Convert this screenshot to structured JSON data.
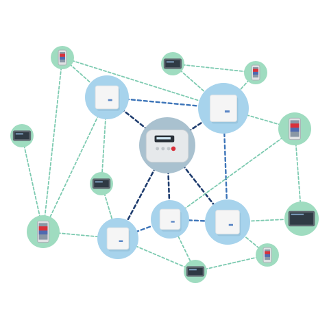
{
  "colors": {
    "background": "#ffffff",
    "hub_circle": "#a7d3ec",
    "device_circle": "#9fdcc0",
    "controller_circle": "#a9c1cf",
    "link_hub": "#1e3c6e",
    "link_mid": "#3c74b8",
    "link_light": "#7ccab0",
    "device_card": "#f5f5f5",
    "controller_body": "#e6e9eb",
    "controller_screen": "#2a3138",
    "button_red": "#d9303a",
    "phone_red": "#d9303a",
    "phone_blue": "#4f6ab0",
    "tablet_screen": "#2f3a44"
  },
  "nodes": {
    "controller": {
      "kind": "controller",
      "icon": "central-controller-icon"
    },
    "hub_top_left": {
      "kind": "access-point",
      "icon": "access-point-icon"
    },
    "hub_top_right": {
      "kind": "access-point",
      "icon": "access-point-icon"
    },
    "hub_mid": {
      "kind": "access-point",
      "icon": "access-point-icon"
    },
    "hub_right": {
      "kind": "access-point",
      "icon": "access-point-icon"
    },
    "hub_bottom_left": {
      "kind": "access-point",
      "icon": "access-point-icon"
    },
    "device_phone_top_left": {
      "kind": "phone",
      "icon": "phone-icon"
    },
    "device_tablet_top": {
      "kind": "tablet",
      "icon": "tablet-icon"
    },
    "device_phone_top_right": {
      "kind": "phone",
      "icon": "phone-icon"
    },
    "device_tablet_left": {
      "kind": "tablet",
      "icon": "tablet-icon"
    },
    "device_phone_right": {
      "kind": "phone",
      "icon": "phone-icon"
    },
    "device_tablet_center": {
      "kind": "tablet",
      "icon": "tablet-icon"
    },
    "device_phone_left": {
      "kind": "phone",
      "icon": "phone-icon"
    },
    "device_tablet_right": {
      "kind": "tablet",
      "icon": "tablet-icon"
    },
    "device_phone_bottom_right": {
      "kind": "phone",
      "icon": "phone-icon"
    },
    "device_tablet_bottom": {
      "kind": "tablet",
      "icon": "tablet-icon"
    }
  },
  "links": [
    {
      "from": "controller",
      "to": "hub_top_left",
      "style": "hub"
    },
    {
      "from": "controller",
      "to": "hub_top_right",
      "style": "hub"
    },
    {
      "from": "controller",
      "to": "hub_mid",
      "style": "hub"
    },
    {
      "from": "controller",
      "to": "hub_right",
      "style": "hub"
    },
    {
      "from": "controller",
      "to": "hub_bottom_left",
      "style": "hub"
    },
    {
      "from": "hub_top_left",
      "to": "hub_top_right",
      "style": "mid"
    },
    {
      "from": "hub_top_right",
      "to": "hub_right",
      "style": "mid"
    },
    {
      "from": "hub_bottom_left",
      "to": "hub_mid",
      "style": "mid"
    },
    {
      "from": "hub_mid",
      "to": "hub_right",
      "style": "mid"
    },
    {
      "from": "device_phone_top_left",
      "to": "hub_top_left",
      "style": "light"
    },
    {
      "from": "device_phone_top_left",
      "to": "hub_top_right",
      "style": "light"
    },
    {
      "from": "device_phone_top_left",
      "to": "device_phone_left",
      "style": "light"
    },
    {
      "from": "device_tablet_top",
      "to": "hub_top_right",
      "style": "light"
    },
    {
      "from": "device_tablet_top",
      "to": "device_phone_top_right",
      "style": "light"
    },
    {
      "from": "device_phone_top_right",
      "to": "hub_top_right",
      "style": "light"
    },
    {
      "from": "device_tablet_left",
      "to": "device_phone_left",
      "style": "light"
    },
    {
      "from": "hub_top_left",
      "to": "device_phone_left",
      "style": "light"
    },
    {
      "from": "hub_top_left",
      "to": "device_tablet_center",
      "style": "light"
    },
    {
      "from": "hub_top_right",
      "to": "device_phone_right",
      "style": "light"
    },
    {
      "from": "device_phone_right",
      "to": "device_tablet_right",
      "style": "light"
    },
    {
      "from": "device_phone_right",
      "to": "hub_mid",
      "style": "light"
    },
    {
      "from": "device_tablet_center",
      "to": "hub_bottom_left",
      "style": "light"
    },
    {
      "from": "device_phone_left",
      "to": "hub_bottom_left",
      "style": "light"
    },
    {
      "from": "hub_bottom_left",
      "to": "device_tablet_bottom",
      "style": "light"
    },
    {
      "from": "hub_mid",
      "to": "device_tablet_bottom",
      "style": "light"
    },
    {
      "from": "hub_right",
      "to": "device_tablet_right",
      "style": "light"
    },
    {
      "from": "hub_right",
      "to": "device_phone_bottom_right",
      "style": "light"
    },
    {
      "from": "device_tablet_bottom",
      "to": "device_phone_bottom_right",
      "style": "light"
    }
  ]
}
